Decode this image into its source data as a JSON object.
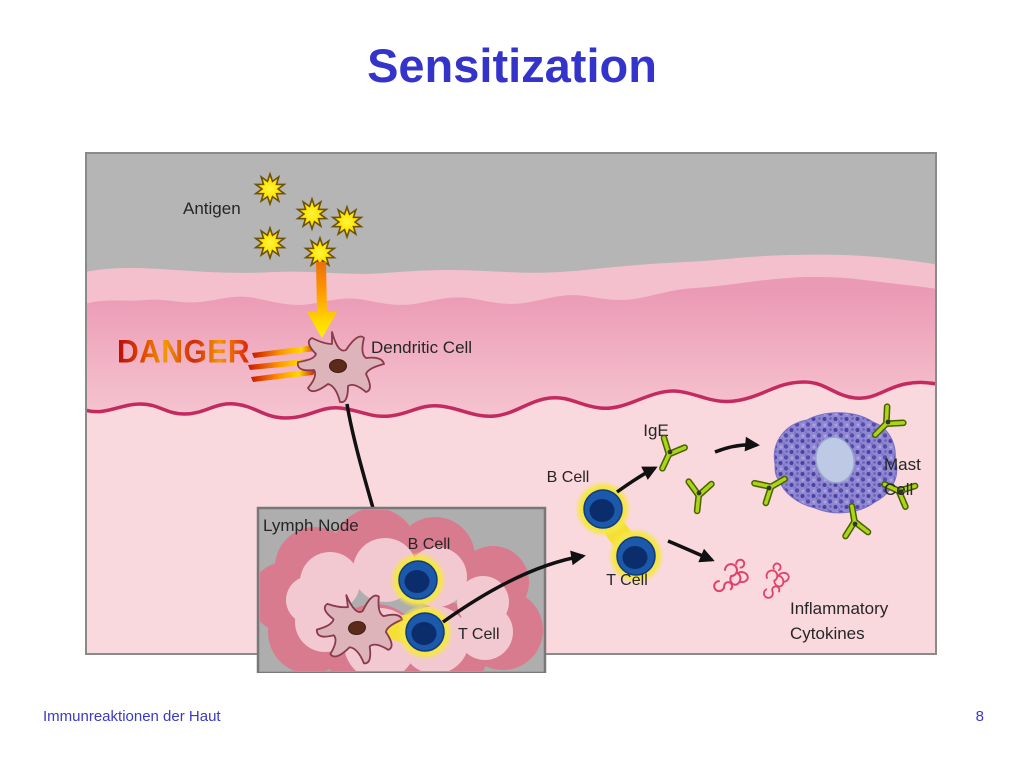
{
  "slide": {
    "title": "Sensitization",
    "footer": {
      "left": "Immunreaktionen der Haut",
      "page_number": "8"
    }
  },
  "diagram": {
    "labels": {
      "antigen": "Antigen",
      "danger": "DANGER",
      "dendritic_cell": "Dendritic Cell",
      "lymph_node": "Lymph Node",
      "lymph_b_cell": "B Cell",
      "lymph_t_cell": "T Cell",
      "mid_b_cell": "B Cell",
      "mid_t_cell": "T Cell",
      "ige": "IgE",
      "mast_line1": "Mast",
      "mast_line2": "Cell",
      "cytokines_line1": "Inflammatory",
      "cytokines_line2": "Cytokines"
    },
    "colors": {
      "title_text": "#3434cb",
      "footer_text": "#3a3ac2",
      "sky_gray": "#b5b5b5",
      "epidermis_pink": "#f5c0ce",
      "epidermis_deep_pink": "#eb9ab5",
      "dermis_pink": "#f9d8de",
      "basement_membrane_line": "#c42a60",
      "danger_red": "#b80c0c",
      "danger_orange": "#f49800",
      "antigen_yellow": "#ffe400",
      "cell_halo_yellow": "#f4e034",
      "cell_blue": "#1d59aa",
      "cell_core_navy": "#0b2d6b",
      "ige_green": "#aad616",
      "mast_purple": "#8f88cf",
      "mast_nucleus": "#bdc9e5",
      "cytokine_red": "#e0436a",
      "lymph_node_pink": "#d97b8e",
      "box_gray": "#aeaeae"
    }
  }
}
